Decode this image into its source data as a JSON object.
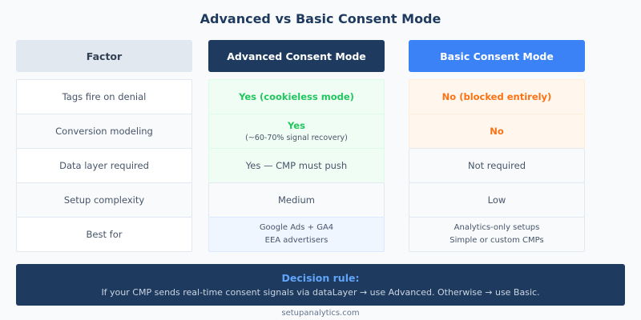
{
  "title": "Advanced vs Basic Consent Mode",
  "headers": [
    "Factor",
    "Advanced Consent Mode",
    "Basic Consent Mode"
  ],
  "rows": [
    {
      "factor": "Tags fire on denial",
      "advanced": "Yes (cookieless mode)",
      "basic": "No (blocked entirely)"
    },
    {
      "factor": "Conversion modeling",
      "advanced": "Yes",
      "advanced_note": "(~60-70% signal recovery)",
      "basic": "No"
    },
    {
      "factor": "Data layer required",
      "advanced": "Yes — CMP must push",
      "basic": "Not required"
    },
    {
      "factor": "Setup complexity",
      "advanced": "Medium",
      "basic": "Low"
    },
    {
      "factor": "Best for",
      "advanced_lines": [
        "Google Ads + GA4",
        "EEA advertisers"
      ],
      "basic_lines": [
        "Analytics-only setups",
        "Simple or custom CMPs"
      ]
    }
  ],
  "decision": {
    "title": "Decision rule:",
    "text": "If your CMP sends real-time consent signals via dataLayer → use Advanced. Otherwise → use Basic."
  },
  "footer": "setupanalytics.com",
  "colors": {
    "navy": "#1e3a5f",
    "blue": "#3b82f6",
    "green": "#22c55e",
    "orange": "#f97316"
  }
}
